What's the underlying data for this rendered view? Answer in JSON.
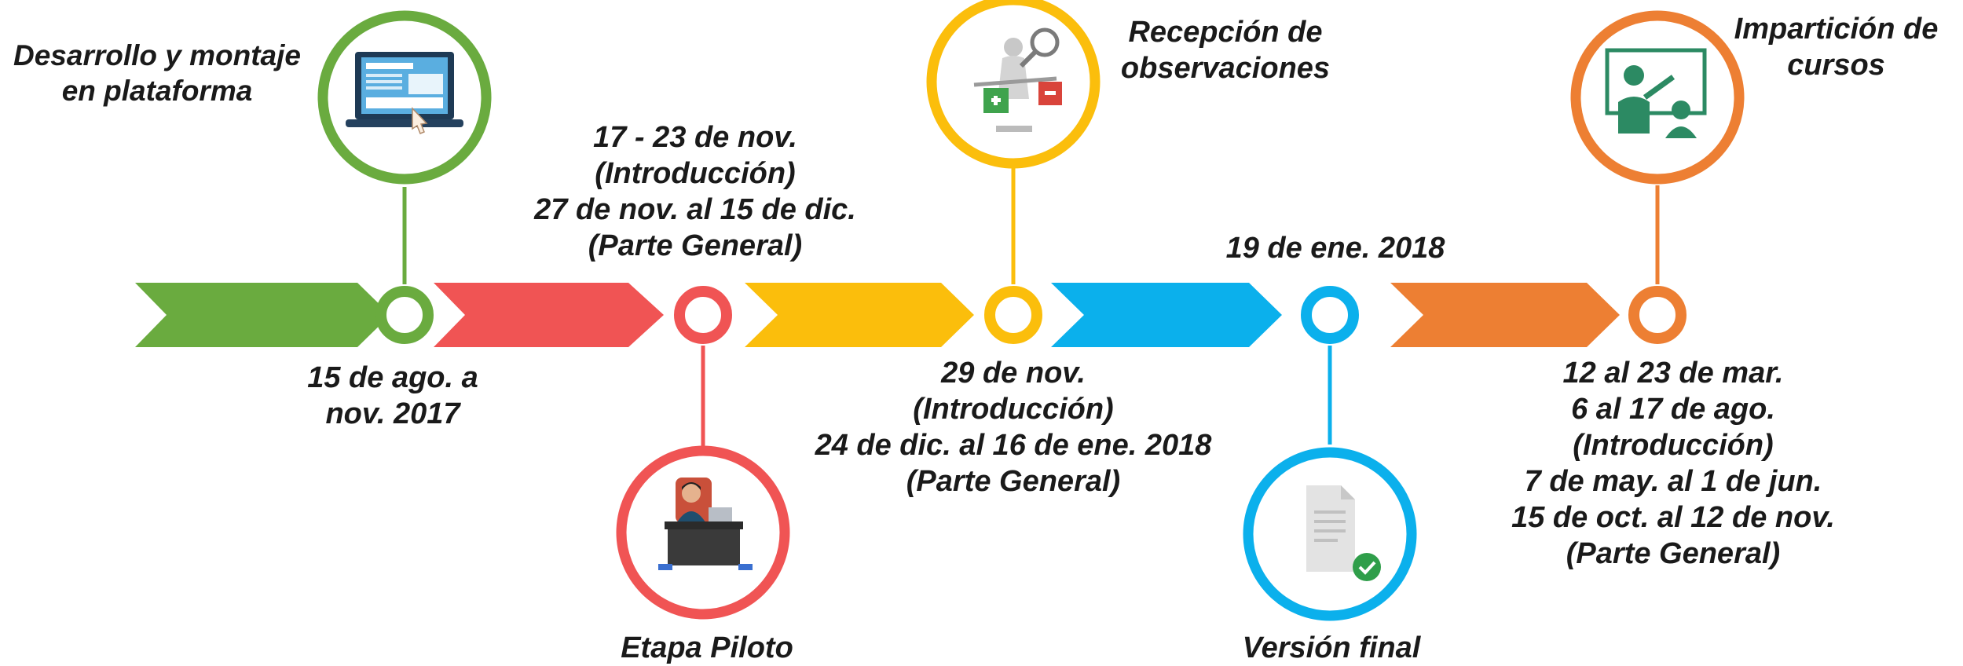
{
  "colors": {
    "green": "#6aab3f",
    "red": "#f05454",
    "yellow": "#fbbe0c",
    "blue": "#0bb0ec",
    "orange": "#ed7f33"
  },
  "stages": [
    {
      "id": "desarrollo",
      "color": "green",
      "icon": "computer-screen-icon",
      "title": [
        "Desarrollo y montaje",
        "en plataforma"
      ],
      "dates": [
        "15 de ago. a",
        "nov. 2017"
      ]
    },
    {
      "id": "piloto",
      "color": "red",
      "icon": "person-at-desk-icon",
      "title": [
        "Etapa Piloto"
      ],
      "dates": [
        "17 - 23 de nov.",
        "(Introducción)",
        "27 de nov. al 15 de dic.",
        "(Parte General)"
      ]
    },
    {
      "id": "observaciones",
      "color": "yellow",
      "icon": "magnifier-pros-cons-icon",
      "title": [
        "Recepción de",
        "observaciones"
      ],
      "dates": [
        "29 de nov.",
        "(Introducción)",
        "24 de dic. al 16 de ene. 2018",
        "(Parte General)"
      ]
    },
    {
      "id": "version-final",
      "color": "blue",
      "icon": "approved-document-icon",
      "title": [
        "Versión final"
      ],
      "dates": [
        "19 de ene. 2018"
      ]
    },
    {
      "id": "imparticion",
      "color": "orange",
      "icon": "teacher-board-icon",
      "title": [
        "Impartición de",
        "cursos"
      ],
      "dates": [
        "12 al 23 de mar.",
        "6 al 17 de ago.",
        "(Introducción)",
        "7 de may. al 1 de jun.",
        "15 de oct. al 12 de nov.",
        "(Parte General)"
      ]
    }
  ]
}
